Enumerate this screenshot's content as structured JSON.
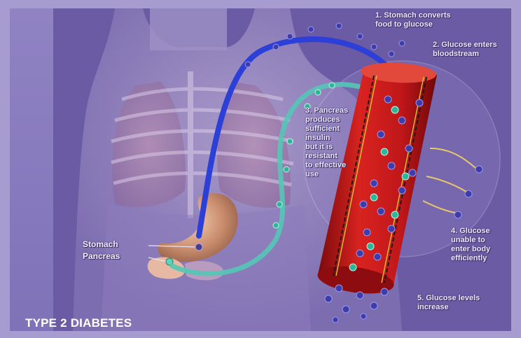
{
  "title": "TYPE 2 DIABETES",
  "organs": {
    "stomach": "Stomach",
    "pancreas": "Pancreas"
  },
  "steps": [
    [
      "1. Stomach converts",
      "food to glucose"
    ],
    [
      "2. Glucose enters",
      "bloodstream"
    ],
    [
      "3. Pancreas",
      "produces",
      "sufficient",
      "insulin",
      "but it is",
      "resistant",
      "to effective",
      "use"
    ],
    [
      "4. Glucose",
      "unable to",
      "enter body",
      "efficiently"
    ],
    [
      "5. Glucose levels",
      "increase"
    ]
  ],
  "colors": {
    "frame": "#a79cd0",
    "background": "#6b5aa4",
    "vessel": "#c8141a",
    "glucose_path": "#2c3fd6",
    "insulin_path": "#54c6b6"
  }
}
